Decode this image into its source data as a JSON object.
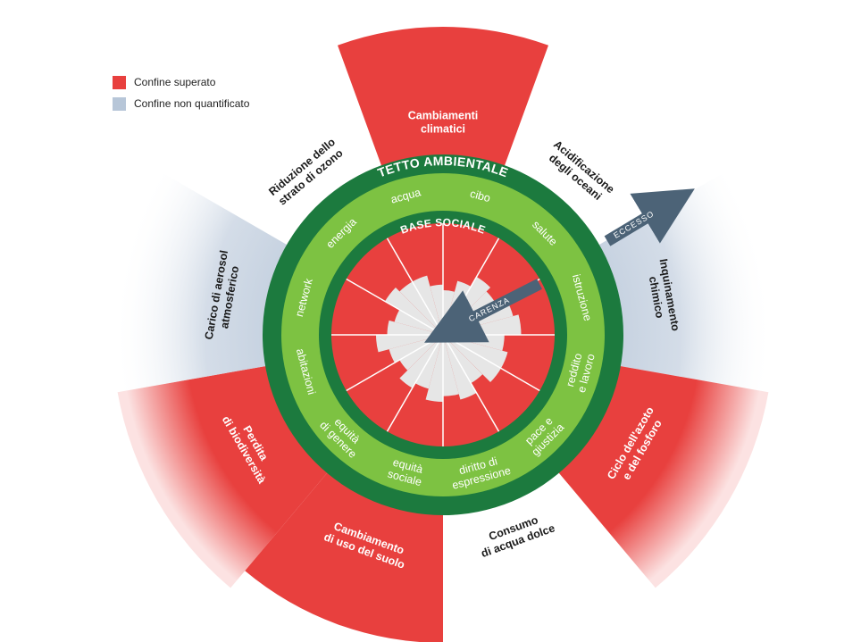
{
  "legend": {
    "exceeded": {
      "label": "Confine superato",
      "color": "#e8403e"
    },
    "unquantified": {
      "label": "Confine non quantificato",
      "color": "#b7c6d8"
    }
  },
  "rings": {
    "ceiling_title": "TETTO AMBIENTALE",
    "foundation_title": "BASE SOCIALE",
    "ceiling_color": "#1c7a3e",
    "doughnut_color": "#7dc242"
  },
  "arrows": {
    "overshoot": "ECCESSO",
    "shortfall": "CARENZA",
    "color": "#4c6377"
  },
  "planetary_boundaries": [
    {
      "id": "climate",
      "lines": [
        "Cambiamenti",
        "climatici"
      ],
      "status": "exceeded"
    },
    {
      "id": "ocean",
      "lines": [
        "Acidificazione",
        "degli oceani"
      ],
      "status": "within"
    },
    {
      "id": "chemical",
      "lines": [
        "Inquinamento",
        "chimico"
      ],
      "status": "unquantified"
    },
    {
      "id": "nitrogen",
      "lines": [
        "Ciclo dell'azoto",
        "e del fosforo"
      ],
      "status": "exceeded"
    },
    {
      "id": "freshwater",
      "lines": [
        "Consumo",
        "di acqua dolce"
      ],
      "status": "within"
    },
    {
      "id": "land",
      "lines": [
        "Cambiamento",
        "di uso del suolo"
      ],
      "status": "exceeded"
    },
    {
      "id": "biodiversity",
      "lines": [
        "Perdita",
        "di biodiversità"
      ],
      "status": "exceeded"
    },
    {
      "id": "aerosol",
      "lines": [
        "Carico di aerosol",
        "atmosferico"
      ],
      "status": "unquantified"
    },
    {
      "id": "ozone",
      "lines": [
        "Riduzione dello",
        "strato di ozono"
      ],
      "status": "within"
    }
  ],
  "social_foundation": [
    {
      "id": "water",
      "lines": [
        "acqua"
      ]
    },
    {
      "id": "food",
      "lines": [
        "cibo"
      ]
    },
    {
      "id": "health",
      "lines": [
        "salute"
      ]
    },
    {
      "id": "education",
      "lines": [
        "istruzione"
      ]
    },
    {
      "id": "income",
      "lines": [
        "reddito",
        "e lavoro"
      ]
    },
    {
      "id": "peace",
      "lines": [
        "pace e",
        "giustizia"
      ]
    },
    {
      "id": "voice",
      "lines": [
        "diritto di",
        "espressione"
      ]
    },
    {
      "id": "social-equity",
      "lines": [
        "equità",
        "sociale"
      ]
    },
    {
      "id": "gender",
      "lines": [
        "equità",
        "di genere"
      ]
    },
    {
      "id": "housing",
      "lines": [
        "abitazioni"
      ]
    },
    {
      "id": "network",
      "lines": [
        "network"
      ]
    },
    {
      "id": "energy",
      "lines": [
        "energia"
      ]
    }
  ],
  "shortfall_levels": [
    0.55,
    0.45,
    0.4,
    0.5,
    0.6,
    0.55,
    0.65,
    0.7,
    0.55,
    0.6,
    0.6,
    0.5,
    0.6,
    0.55,
    0.6,
    0.5,
    0.55,
    0.45,
    0.5,
    0.6,
    0.5,
    0.45,
    0.6,
    0.55
  ]
}
